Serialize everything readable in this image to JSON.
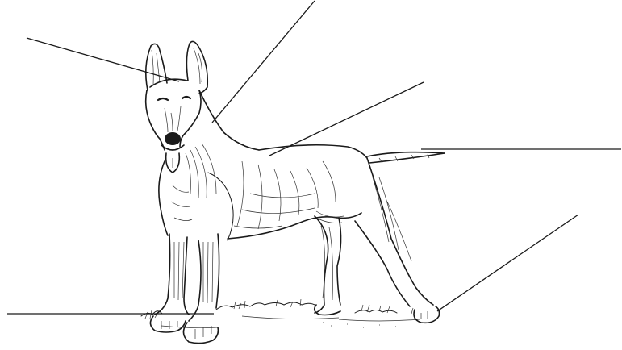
{
  "diagram": {
    "subject": "dog-line-drawing",
    "ink_color": "#1a1a1a",
    "background_color": "#ffffff",
    "labels": [
      {
        "id": "head",
        "text": ""
      },
      {
        "id": "neck",
        "text": ""
      },
      {
        "id": "back",
        "text": ""
      },
      {
        "id": "tail",
        "text": ""
      },
      {
        "id": "hind-paw",
        "text": ""
      },
      {
        "id": "front-paw",
        "text": ""
      }
    ]
  }
}
